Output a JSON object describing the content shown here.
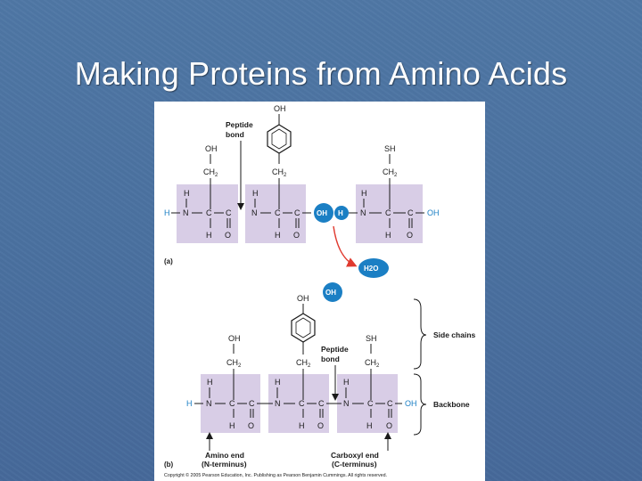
{
  "slide": {
    "title": "Making Proteins from Amino Acids"
  },
  "figure": {
    "part_a": {
      "label": "(a)",
      "peptide_bond": [
        "Peptide",
        "bond"
      ],
      "water": "H2O",
      "oh_removed": "OH",
      "h_removed": "H"
    },
    "part_b": {
      "label": "(b)",
      "peptide_bond": [
        "Peptide",
        "bond"
      ],
      "side_chains": "Side chains",
      "backbone": "Backbone",
      "amino_end": [
        "Amino end",
        "(N-terminus)"
      ],
      "carboxyl_end": [
        "Carboxyl end",
        "(C-terminus)"
      ]
    },
    "copyright": "Copyright © 2005 Pearson Education, Inc. Publishing as Pearson Benjamin Cummings. All rights reserved."
  },
  "colors": {
    "backbone_box": "#d8cde6",
    "highlight_circle": "#1b7fc4",
    "reaction_arrow": "#e03a2f"
  }
}
